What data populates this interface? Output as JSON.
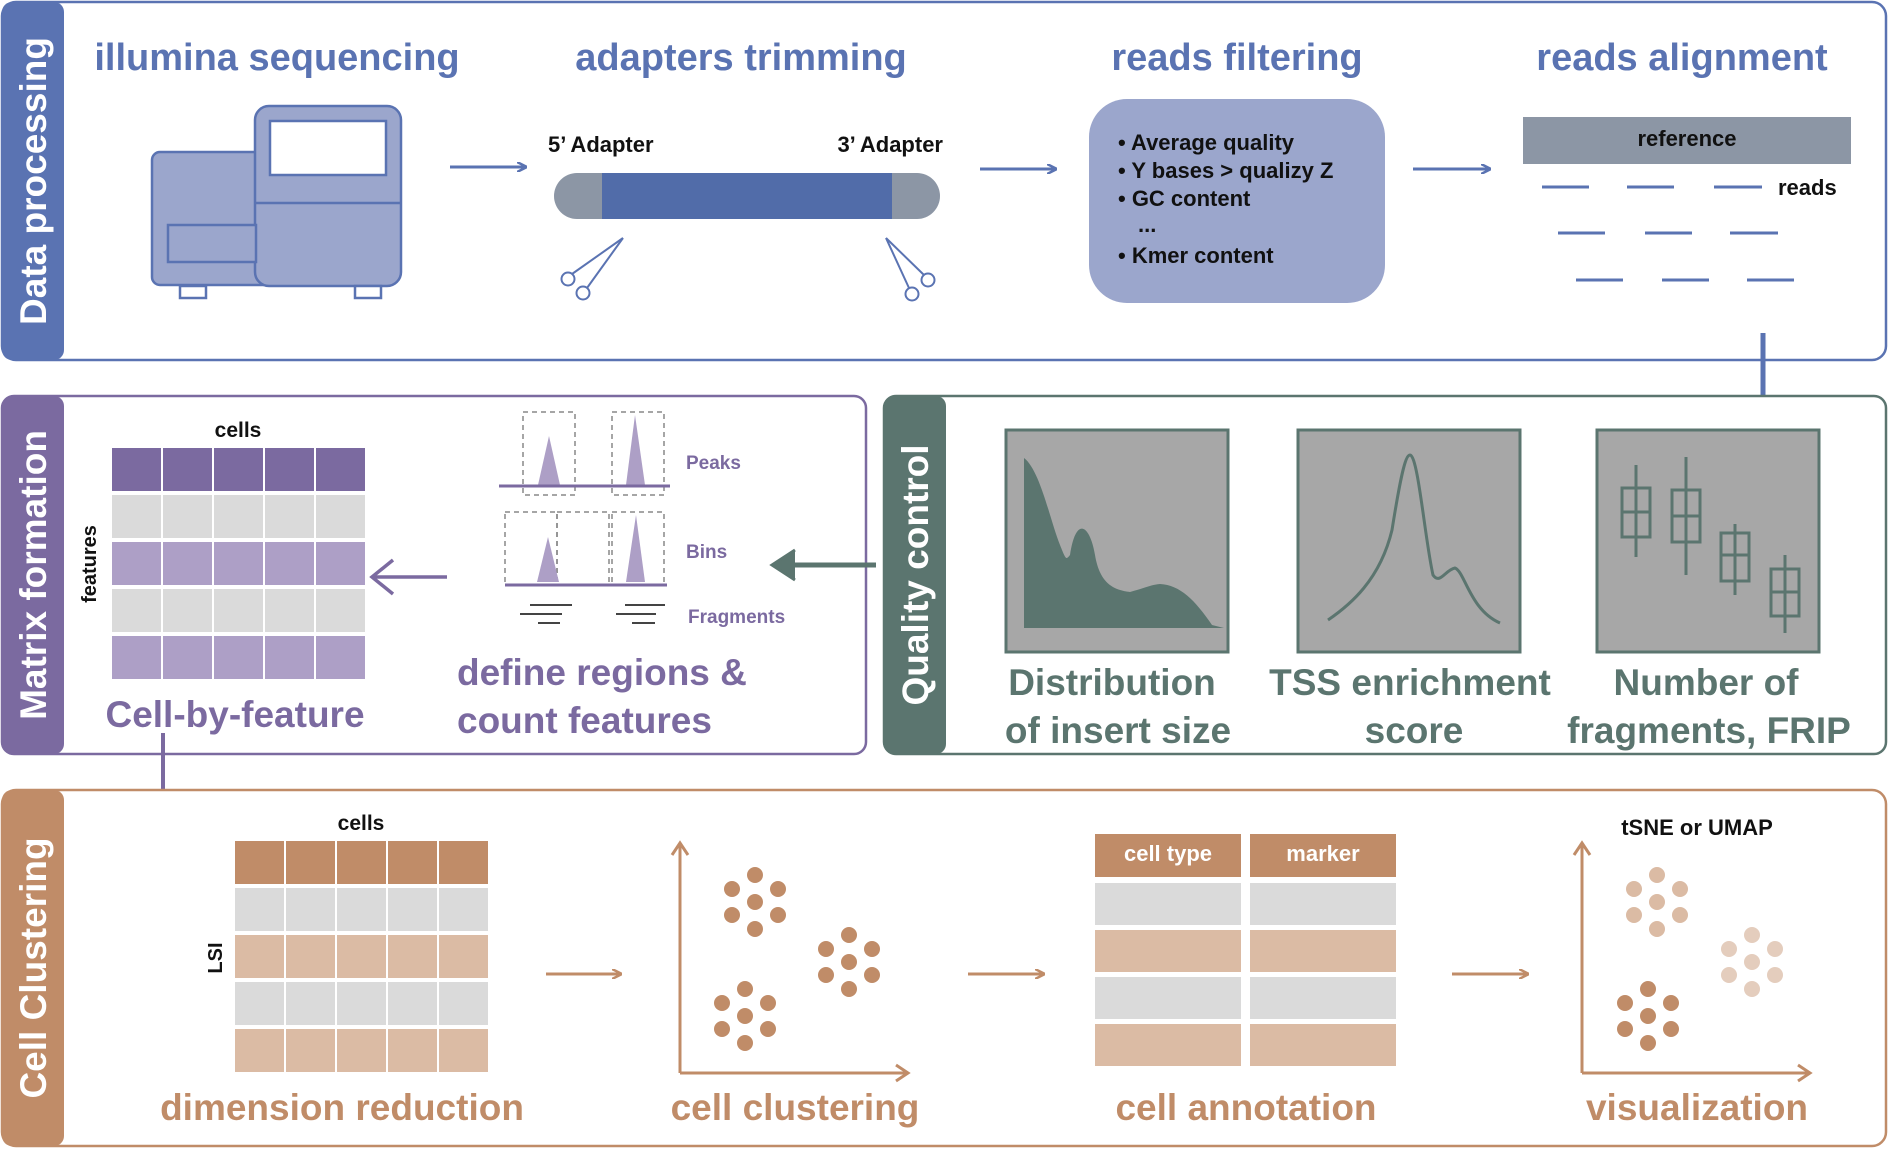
{
  "colors": {
    "blue": "#5a73b2",
    "blue_light": "#9ba6cc",
    "blue_bar": "#516ca9",
    "grey_ref": "#8c96a5",
    "purple": "#7b6aa0",
    "purple_light": "#ad9fc6",
    "slate": "#5b756f",
    "slate_bg": "#a7a7a7",
    "brown": "#c08c68",
    "brown_light": "#dbbba4",
    "brown_faint": "#e4cdbd",
    "grey_row": "#dadada"
  },
  "sections": {
    "data_processing": "Data processing",
    "matrix_formation": "Matrix formation",
    "quality_control": "Quality control",
    "cell_clustering": "Cell Clustering"
  },
  "data_processing": {
    "step1_title": "illumina sequencing",
    "step2_title": "adapters trimming",
    "step3_title": "reads filtering",
    "step4_title": "reads alignment",
    "adapter_5": "5’ Adapter",
    "adapter_3": "3’ Adapter",
    "filters": [
      "• Average quality",
      "• Y bases > qualizy Z",
      "• GC content",
      "...",
      "• Kmer content"
    ],
    "reference_label": "reference",
    "reads_label": "reads"
  },
  "matrix_formation": {
    "cells_label": "cells",
    "features_label": "features",
    "title": "Cell-by-feature",
    "peaks_label": "Peaks",
    "bins_label": "Bins",
    "fragments_label": "Fragments",
    "define_line1": "define regions &",
    "define_line2": "count features"
  },
  "quality_control": {
    "panel1_line1": "Distribution",
    "panel1_line2": "of insert size",
    "panel2_line1": "TSS enrichment",
    "panel2_line2": "score",
    "panel3_line1": "Number of",
    "panel3_line2": "fragments, FRIP"
  },
  "cell_clustering": {
    "cells_label": "cells",
    "lsi_label": "LSI",
    "step1": "dimension reduction",
    "step2": "cell clustering",
    "step3": "cell annotation",
    "step4": "visualization",
    "col_cell_type": "cell type",
    "col_marker": "marker",
    "viz_title": "tSNE or UMAP"
  }
}
